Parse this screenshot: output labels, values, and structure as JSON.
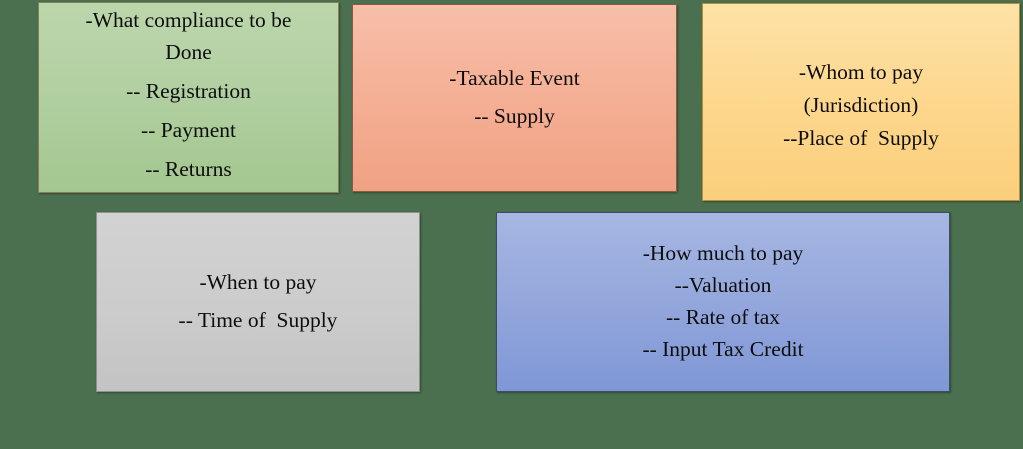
{
  "slide": {
    "background_color": "#4a7050",
    "text_color": "#0d0d0d",
    "boxes": [
      {
        "id": "compliance",
        "name": "What compliance to be Done",
        "fill_color": "#b2d0a2",
        "border_color": "#8a7f53",
        "lines": [
          "-What compliance to be",
          "Done",
          "-- Registration",
          "-- Payment",
          "-- Returns"
        ]
      },
      {
        "id": "taxable-event",
        "name": "Taxable Event",
        "fill_color": "#f4ae93",
        "border_color": "#8a5a43",
        "lines": [
          "-Taxable Event",
          "-- Supply"
        ]
      },
      {
        "id": "whom-to-pay",
        "name": "Whom to pay (Jurisdiction)",
        "fill_color": "#fdd78e",
        "border_color": "#b4903c",
        "lines": [
          "-Whom to pay",
          "(Jurisdiction)",
          "--Place of  Supply"
        ]
      },
      {
        "id": "when-to-pay",
        "name": "When to pay",
        "fill_color": "#cccccc",
        "border_color": "#909090",
        "lines": [
          "-When to pay",
          "-- Time of  Supply"
        ]
      },
      {
        "id": "how-much-to-pay",
        "name": "How much to pay",
        "fill_color": "#94a7dc",
        "border_color": "#3f4a66",
        "lines": [
          "-How much to pay",
          "--Valuation",
          "-- Rate of tax",
          "-- Input Tax Credit"
        ]
      }
    ]
  }
}
